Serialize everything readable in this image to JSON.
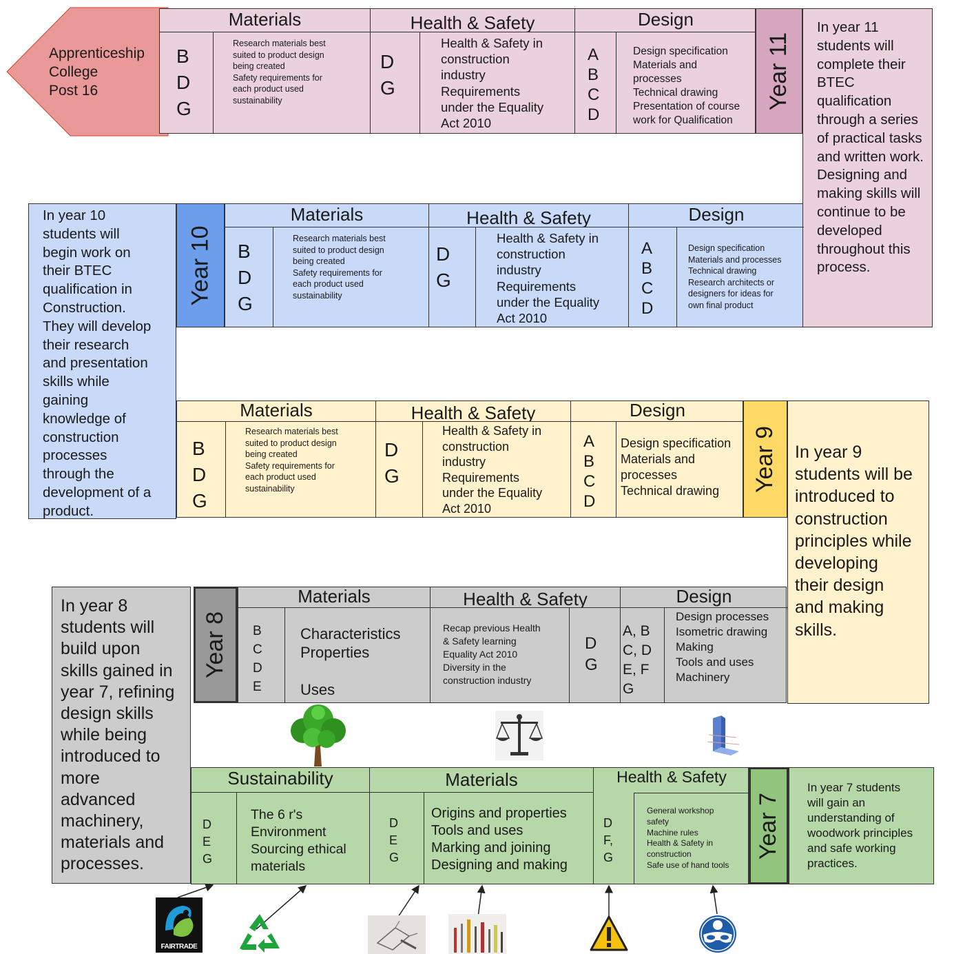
{
  "colors": {
    "year11": "#ead1dc",
    "year11_tab": "#d5a6bd",
    "year10": "#c9daf8",
    "year10_tab": "#6d9eeb",
    "year9": "#fff2cc",
    "year9_tab": "#ffd966",
    "year8": "#cccccc",
    "year8_tab": "#999999",
    "year7": "#b6d7a8",
    "year7_tab": "#93c47d",
    "arrow": "#ea9999"
  },
  "post16": {
    "text": "Apprenticeship\nCollege\nPost 16"
  },
  "year11": {
    "tab": "Year 11",
    "headers": {
      "materials": "Materials",
      "health": "Health & Safety",
      "design": "Design"
    },
    "materials_grades": "B\nD\nG",
    "materials_text": "Research materials best\nsuited to product design\nbeing created\nSafety requirements for\neach product used\nsustainability",
    "health_grades": "D\nG",
    "health_text": "Health & Safety in\nconstruction\nindustry\nRequirements\nunder the Equality\nAct 2010",
    "design_grades": "A\nB\nC\nD",
    "design_text": "Design specification\nMaterials and\nprocesses\nTechnical drawing\nPresentation of course\nwork for Qualification",
    "description": "In year 11\nstudents will\ncomplete their\nBTEC\nqualification\nthrough a series\nof practical tasks\nand written work.\nDesigning and\nmaking skills will\ncontinue to be\ndeveloped\nthroughout this\nprocess."
  },
  "year10": {
    "tab": "Year 10",
    "headers": {
      "materials": "Materials",
      "health": "Health & Safety",
      "design": "Design"
    },
    "materials_grades": "B\nD\nG",
    "materials_text": "Research materials best\nsuited to product design\nbeing created\nSafety requirements for\neach product used\nsustainability",
    "health_grades": "D\nG",
    "health_text": "Health & Safety in\nconstruction\nindustry\nRequirements\nunder the Equality\nAct 2010",
    "design_grades": "A\nB\nC\nD",
    "design_text": "Design specification\nMaterials and processes\nTechnical drawing\nResearch architects or\ndesigners for ideas for\nown final product",
    "description": "In year 10\nstudents will\nbegin work on\ntheir BTEC\nqualification in\nConstruction.\nThey will develop\ntheir research\nand presentation\nskills while\ngaining\nknowledge of\nconstruction\nprocesses\nthrough the\ndevelopment of a\nproduct."
  },
  "year9": {
    "tab": "Year 9",
    "headers": {
      "materials": "Materials",
      "health": "Health & Safety",
      "design": "Design"
    },
    "materials_grades": "B\nD\nG",
    "materials_text": "Research materials best\nsuited to product design\nbeing created\nSafety requirements for\neach product used\nsustainability",
    "health_grades": "D\nG",
    "health_text": "Health & Safety in\nconstruction\nindustry\nRequirements\nunder the Equality\nAct 2010",
    "design_grades": "A\nB\nC\nD",
    "design_text": "Design specification\nMaterials and\nprocesses\nTechnical drawing",
    "description": "In year 9\nstudents will be\nintroduced to\nconstruction\nprinciples while\ndeveloping\ntheir design\nand making\nskills."
  },
  "year8": {
    "tab": "Year 8",
    "headers": {
      "materials": "Materials",
      "health": "Health & Safety",
      "design": "Design"
    },
    "materials_grades": "B\nC\nD\nE",
    "materials_text": "Characteristics\nProperties\n\nUses",
    "health_text": "Recap previous Health\n& Safety learning\nEquality Act 2010\nDiversity in the\nconstruction industry",
    "health_grades": "D\nG",
    "design_grades": "A, B\nC, D\nE, F\nG",
    "design_text": "Design processes\nIsometric drawing\nMaking\nTools and uses\nMachinery",
    "description": "In year 8\nstudents will\nbuild upon\nskills gained in\nyear 7, refining\ndesign skills\nwhile being\nintroduced to\nmore\nadvanced\nmachinery,\nmaterials and\nprocesses."
  },
  "year7": {
    "tab": "Year 7",
    "headers": {
      "sustainability": "Sustainability",
      "materials": "Materials",
      "health": "Health & Safety"
    },
    "sustainability_grades": "D\nE\nG",
    "sustainability_text": "The 6 r's\nEnvironment\nSourcing ethical\nmaterials",
    "materials_grades": "D\nE\nG",
    "materials_text": "Origins and properties\nTools and uses\nMarking and joining\nDesigning and making",
    "health_grades": "D\nF,\nG",
    "health_text": "General workshop\nsafety\nMachine rules\nHealth & Safety in\nconstruction\nSafe use of hand tools",
    "description": "In year 7 students\nwill gain an\nunderstanding of\nwoodwork principles\nand safe working\npractices."
  },
  "icons": {
    "tree": "tree-icon",
    "scales": "scales-of-justice-icon",
    "drawing": "technical-drawing-icon",
    "fairtrade": "fairtrade-logo",
    "recycle": "recycle-icon",
    "sketch": "sketch-icon",
    "tools": "hand-tools-icon",
    "warning": "warning-icon",
    "goggles": "safety-goggles-icon",
    "fairtrade_text": "FAIRTRADE"
  }
}
